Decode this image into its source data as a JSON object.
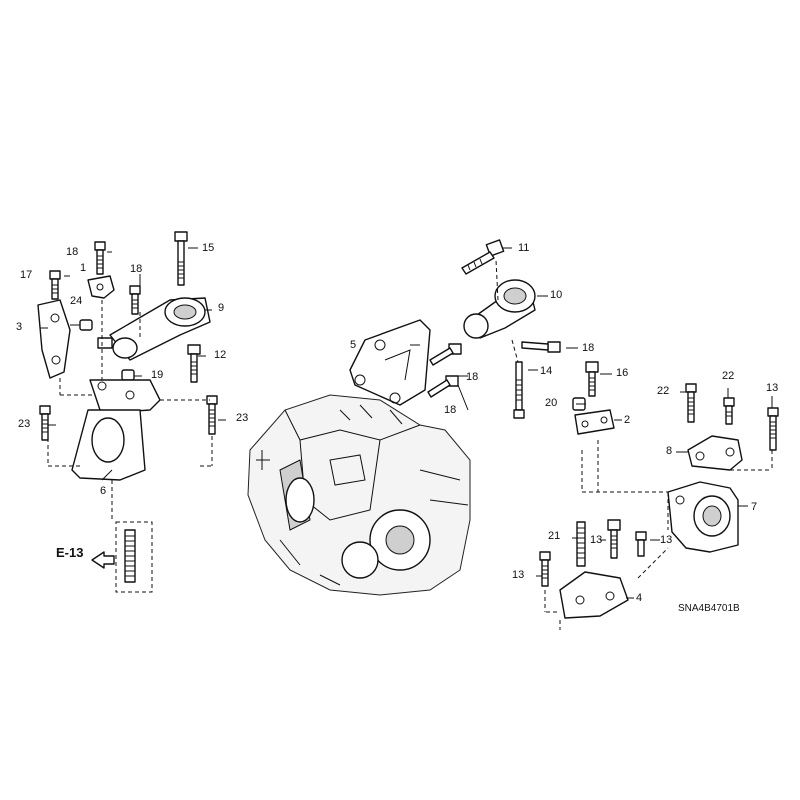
{
  "callouts": [
    "18",
    "1",
    "17",
    "24",
    "3",
    "15",
    "18",
    "9",
    "12",
    "19",
    "23",
    "23",
    "6",
    "11",
    "5",
    "10",
    "18",
    "18",
    "18",
    "14",
    "16",
    "20",
    "2",
    "22",
    "22",
    "13",
    "8",
    "7",
    "21",
    "13",
    "13",
    "13",
    "4"
  ],
  "reference": {
    "code": "SNA4B4701B",
    "nav_label": "E-13"
  }
}
